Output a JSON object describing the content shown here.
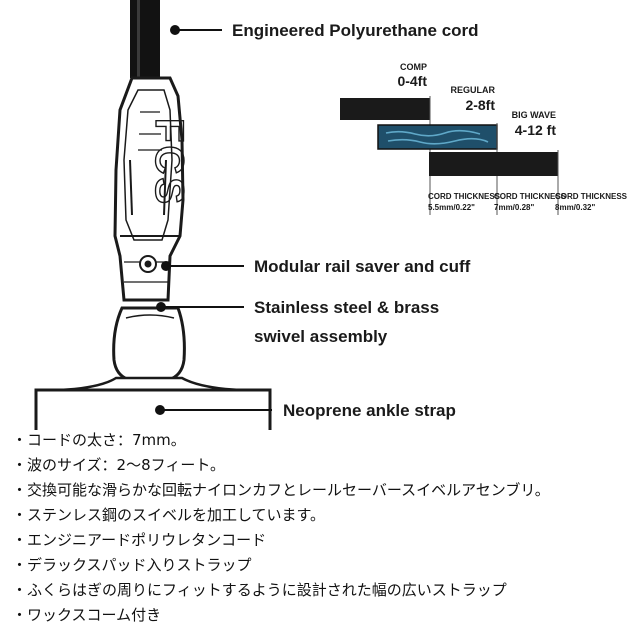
{
  "callouts": {
    "cord": "Engineered Polyurethane cord",
    "rail_saver": "Modular rail saver and cuff",
    "swivel_line1": "Stainless steel & brass",
    "swivel_line2": "swivel assembly",
    "ankle_strap": "Neoprene ankle strap"
  },
  "sizes": [
    {
      "name": "COMP",
      "range": "0-4ft",
      "thickness_label": "CORD THICKNESS",
      "thickness": "5.5mm/0.22\""
    },
    {
      "name": "REGULAR",
      "range": "2-8ft",
      "thickness_label": "CORD THICKNESS",
      "thickness": "7mm/0.28\""
    },
    {
      "name": "BIG WAVE",
      "range": "4-12 ft",
      "thickness_label": "CORD THICKNESS",
      "thickness": "8mm/0.32\""
    }
  ],
  "logo_text": "FCS",
  "features": [
    "・コードの太さ：7mm。",
    "・波のサイズ：2〜8フィート。",
    "・交換可能な滑らかな回転ナイロンカフとレールセーバースイベルアセンブリ。",
    "・ステンレス鋼のスイベルを加工しています。",
    "・エンジニアードポリウレタンコード",
    "・デラックスパッド入りストラップ",
    "・ふくらはぎの周りにフィットするように設計された幅の広いストラップ",
    "・ワックスコーム付き"
  ],
  "colors": {
    "ink": "#1a1a1a",
    "regular_bar": "#1f4f6a",
    "regular_accent": "#5fa8c8"
  }
}
